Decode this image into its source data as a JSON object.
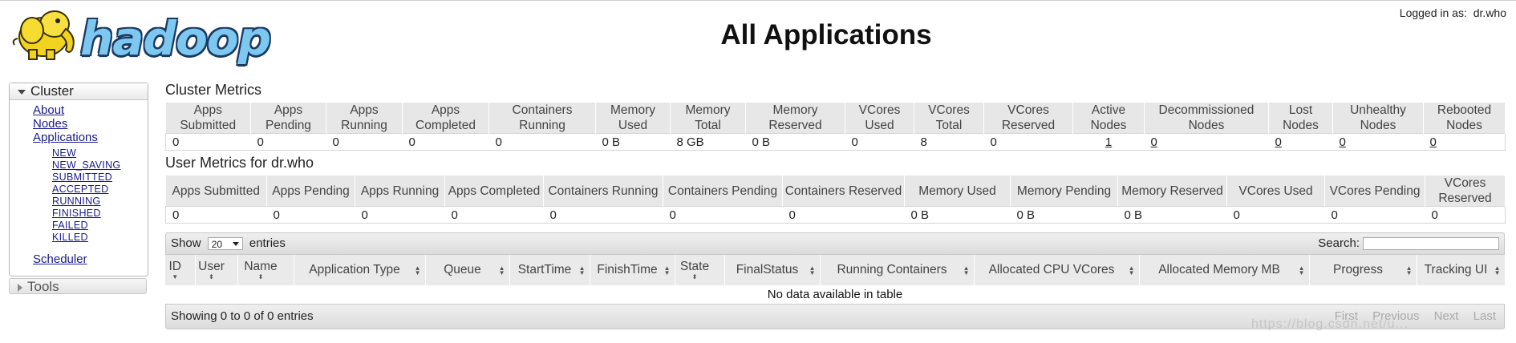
{
  "header": {
    "logo_text": "hadoop",
    "title": "All Applications",
    "logged_in_label": "Logged in as:",
    "user": "dr.who"
  },
  "sidebar": {
    "cluster_label": "Cluster",
    "links": [
      "About",
      "Nodes",
      "Applications"
    ],
    "app_states": [
      "NEW",
      "NEW_SAVING",
      "SUBMITTED",
      "ACCEPTED",
      "RUNNING",
      "FINISHED",
      "FAILED",
      "KILLED"
    ],
    "scheduler_label": "Scheduler",
    "tools_label": "Tools"
  },
  "cluster_metrics": {
    "title": "Cluster Metrics",
    "headers": [
      "Apps Submitted",
      "Apps Pending",
      "Apps Running",
      "Apps Completed",
      "Containers Running",
      "Memory Used",
      "Memory Total",
      "Memory Reserved",
      "VCores Used",
      "VCores Total",
      "VCores Reserved",
      "Active Nodes",
      "Decommissioned Nodes",
      "Lost Nodes",
      "Unhealthy Nodes",
      "Rebooted Nodes"
    ],
    "values": [
      "0",
      "0",
      "0",
      "0",
      "0",
      "0 B",
      "8 GB",
      "0 B",
      "0",
      "8",
      "0",
      "1",
      "0",
      "0",
      "0",
      "0"
    ]
  },
  "user_metrics": {
    "title": "User Metrics for dr.who",
    "headers": [
      "Apps Submitted",
      "Apps Pending",
      "Apps Running",
      "Apps Completed",
      "Containers Running",
      "Containers Pending",
      "Containers Reserved",
      "Memory Used",
      "Memory Pending",
      "Memory Reserved",
      "VCores Used",
      "VCores Pending",
      "VCores Reserved"
    ],
    "values": [
      "0",
      "0",
      "0",
      "0",
      "0",
      "0",
      "0",
      "0 B",
      "0 B",
      "0 B",
      "0",
      "0",
      "0"
    ]
  },
  "apps_table": {
    "show_label": "Show",
    "entries_label": "entries",
    "page_size": "20",
    "search_label": "Search:",
    "columns": [
      "ID",
      "User",
      "Name",
      "Application Type",
      "Queue",
      "StartTime",
      "FinishTime",
      "State",
      "FinalStatus",
      "Running Containers",
      "Allocated CPU VCores",
      "Allocated Memory MB",
      "Progress",
      "Tracking UI"
    ],
    "empty_message": "No data available in table",
    "info": "Showing 0 to 0 of 0 entries",
    "pager": [
      "First",
      "Previous",
      "Next",
      "Last"
    ]
  },
  "colors": {
    "link": "#1a1a8a",
    "header_bg": "#e7e7e7",
    "logo_blue": "#7ec8f0"
  },
  "watermark": "https://blog.csdn.net/u..."
}
